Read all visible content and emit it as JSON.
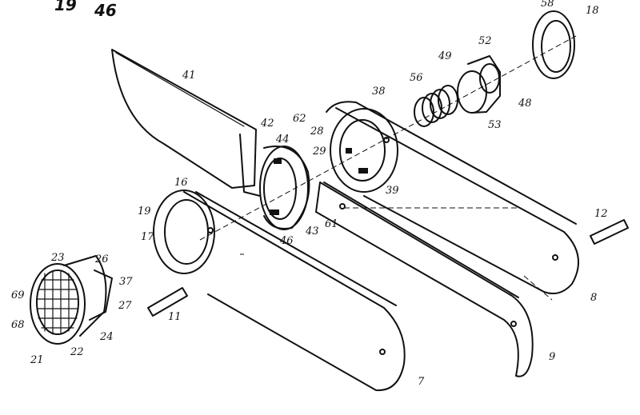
{
  "header": {
    "left_label": "19",
    "right_label": "46"
  },
  "labels": {
    "l41": "41",
    "l42": "42",
    "l62": "62",
    "l44": "44",
    "l28": "28",
    "l29": "29",
    "l38": "38",
    "l39": "39",
    "l56a": "56",
    "l49": "49",
    "l52": "52",
    "l48": "48",
    "l53": "53",
    "l58": "58",
    "l18": "18",
    "l16": "16",
    "l19": "19",
    "l17": "17",
    "l43": "43",
    "l46": "46",
    "l61": "61",
    "l12": "12",
    "l8": "8",
    "l9": "9",
    "l7": "7",
    "l11": "11",
    "l23": "23",
    "l26": "26",
    "l69": "69",
    "l68": "68",
    "l37": "37",
    "l27": "27",
    "l24": "24",
    "l21": "21",
    "l22": "22"
  }
}
